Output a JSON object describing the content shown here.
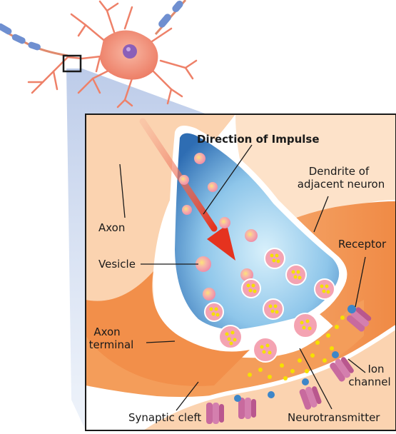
{
  "labels": {
    "direction": "Direction of Impulse",
    "dendrite_line1": "Dendrite of",
    "dendrite_line2": "adjacent neuron",
    "axon": "Axon",
    "receptor": "Receptor",
    "vesicle": "Vesicle",
    "axon_terminal_line1": "Axon",
    "axon_terminal_line2": "terminal",
    "ion_channel_line1": "Ion",
    "ion_channel_line2": "channel",
    "synaptic_cleft": "Synaptic cleft",
    "neurotransmitter": "Neurotransmitter"
  },
  "colors": {
    "neuron_body": "#f28a73",
    "axon_pale": "#fbd3b0",
    "terminal_orange": "#f49d5a",
    "terminal_deep": "#f07f3c",
    "vesicle_sac_outer": "#2f6fb4",
    "vesicle_sac_inner": "#cfe9f7",
    "vesicle": "#f4a3b2",
    "neurotransmitter": "#f5e000",
    "impulse_arrow": "#e8412a",
    "magnify_cone": "#b9c9e8",
    "ion_channel": "#c86a9e",
    "receptor": "#3d86c8",
    "myelin": "#6f8fd0"
  }
}
